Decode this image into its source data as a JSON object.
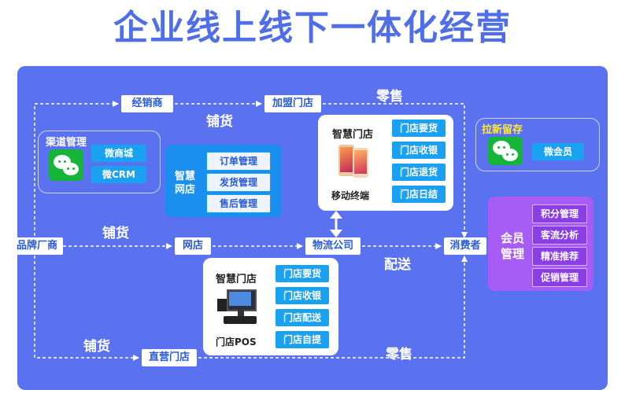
{
  "title": "企业线上线下一体化经营",
  "colors": {
    "title": "#4f6ee8",
    "panel": "#5b72f0",
    "pill": "#1ba1f2",
    "member": "#a75cf5"
  },
  "nodes": {
    "brand": "品牌厂商",
    "distributor": "经销商",
    "franchise": "加盟门店",
    "online_store": "网店",
    "logistics": "物流公司",
    "consumer": "消费者",
    "direct_store": "直营门店"
  },
  "edge_labels": {
    "supply_top": "铺货",
    "retail_top": "零售",
    "supply_mid": "铺货",
    "delivery": "配送",
    "supply_bottom": "铺货",
    "retail_bottom": "零售"
  },
  "channel_mgmt": {
    "title": "渠道管理",
    "icon": "wechat-icon",
    "items": [
      "微商城",
      "微CRM"
    ]
  },
  "smart_online": {
    "title_line1": "智慧",
    "title_line2": "网店",
    "items": [
      "订单管理",
      "发货管理",
      "售后管理"
    ]
  },
  "smart_store_top": {
    "title": "智慧门店",
    "device_caption": "移动终端",
    "icon": "smartphone-icon",
    "items": [
      "门店要货",
      "门店收银",
      "门店退货",
      "门店日结"
    ]
  },
  "smart_store_bottom": {
    "title": "智慧门店",
    "device_caption": "门店POS",
    "icon": "pos-terminal-icon",
    "items": [
      "门店要货",
      "门店收银",
      "门店配送",
      "门店自提"
    ]
  },
  "retention": {
    "title": "拉新留存",
    "icon": "wechat-icon",
    "item": "微会员"
  },
  "member_mgmt": {
    "title_line1": "会员",
    "title_line2": "管理",
    "items": [
      "积分管理",
      "客流分析",
      "精准推荐",
      "促销管理"
    ]
  }
}
